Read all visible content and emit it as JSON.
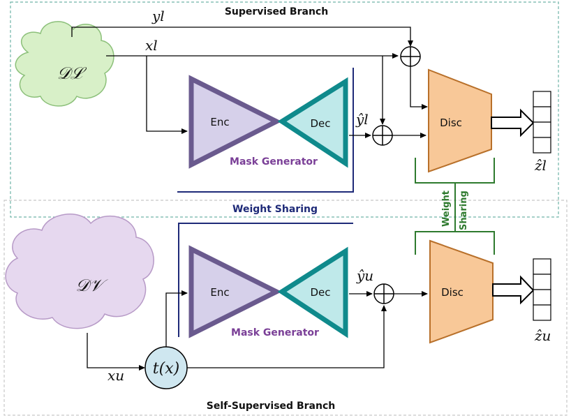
{
  "branches": {
    "supervised_title": "Supervised Branch",
    "self_supervised_title": "Self-Supervised Branch"
  },
  "datasets": {
    "labeled": "𝒟ℒ",
    "unlabeled": "𝒟𝒱"
  },
  "signals": {
    "y_l": "yl",
    "x_l": "xl",
    "y_hat_l": "ŷl",
    "y_hat_u": "ŷu",
    "x_u": "xu",
    "z_hat_l": "ẑl",
    "z_hat_u": "ẑu",
    "transform": "t(x)"
  },
  "blocks": {
    "enc": "Enc",
    "dec": "Dec",
    "disc": "Disc",
    "mask_generator": "Mask Generator",
    "weight_sharing": "Weight Sharing",
    "weight": "Weight",
    "sharing": "Sharing"
  },
  "colors": {
    "enc_fill": "#d6d0ea",
    "enc_stroke": "#6a5a8e",
    "dec_fill": "#bfe9ea",
    "dec_stroke": "#0f8a8c",
    "disc_fill": "#f8c898",
    "disc_stroke": "#b8702a",
    "cloud_green": "#d8f0c8",
    "cloud_purple": "#e6d8ef",
    "mask_text": "#7a3f97",
    "navy": "#1e2a78",
    "green_bracket": "#2e7a2e",
    "dashed_box": "#6fb4a8"
  }
}
